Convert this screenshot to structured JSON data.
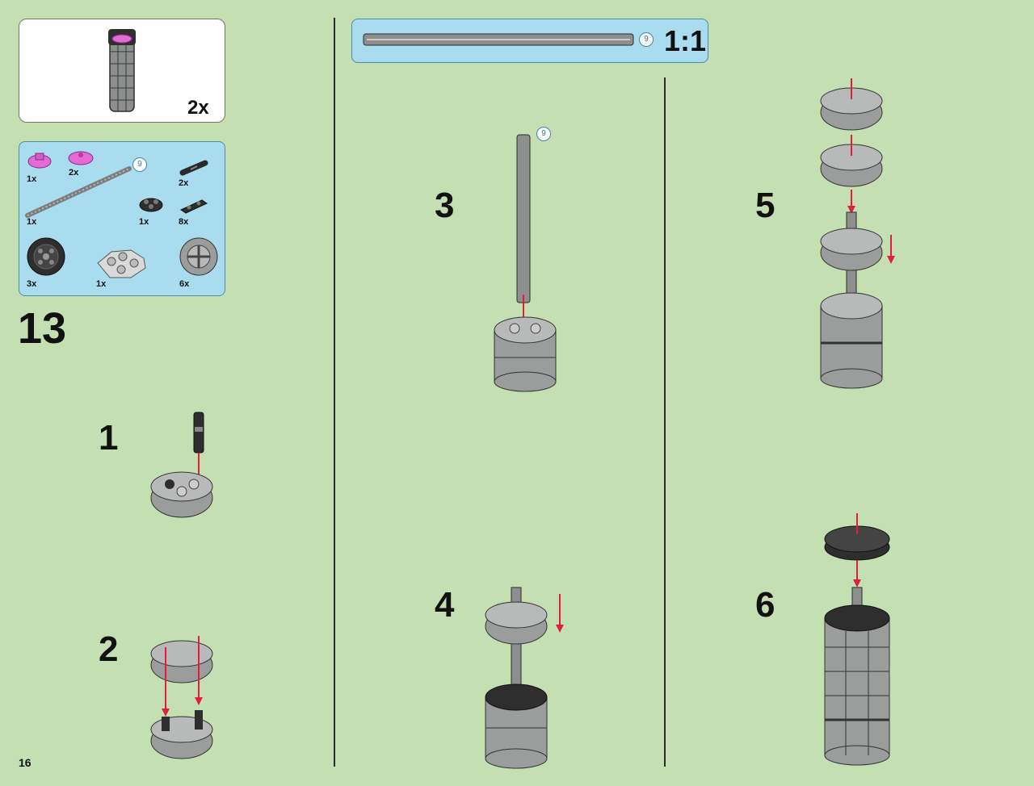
{
  "page_number": "16",
  "main_step": "13",
  "subassembly_box": {
    "quantity": "2x"
  },
  "parts_list": [
    {
      "qty": "1x",
      "icon": "pink-round-plate-icon"
    },
    {
      "qty": "2x",
      "icon": "pink-dish-icon"
    },
    {
      "qty": "2x",
      "icon": "black-connector-peg-icon"
    },
    {
      "qty": "1x",
      "icon": "gray-axle-9-icon"
    },
    {
      "qty": "1x",
      "icon": "black-technic-hub-icon"
    },
    {
      "qty": "8x",
      "icon": "black-hinge-plate-icon"
    },
    {
      "qty": "3x",
      "icon": "black-wheel-icon"
    },
    {
      "qty": "1x",
      "icon": "gray-star-plate-icon"
    },
    {
      "qty": "6x",
      "icon": "gray-round-brick-icon"
    }
  ],
  "axle_length_badge": "9",
  "scale_callout": {
    "label": "1:1",
    "badge": "9"
  },
  "steps": [
    {
      "number": "1"
    },
    {
      "number": "2"
    },
    {
      "number": "3",
      "badge": "9"
    },
    {
      "number": "4"
    },
    {
      "number": "5"
    },
    {
      "number": "6"
    }
  ],
  "colors": {
    "background": "#c4dfb2",
    "callout_blue": "#a9dcef",
    "arrow_red": "#e0203a",
    "brick_gray": "#9a9d9b",
    "brick_dark": "#3a3a3a",
    "pink": "#e46ad6"
  }
}
